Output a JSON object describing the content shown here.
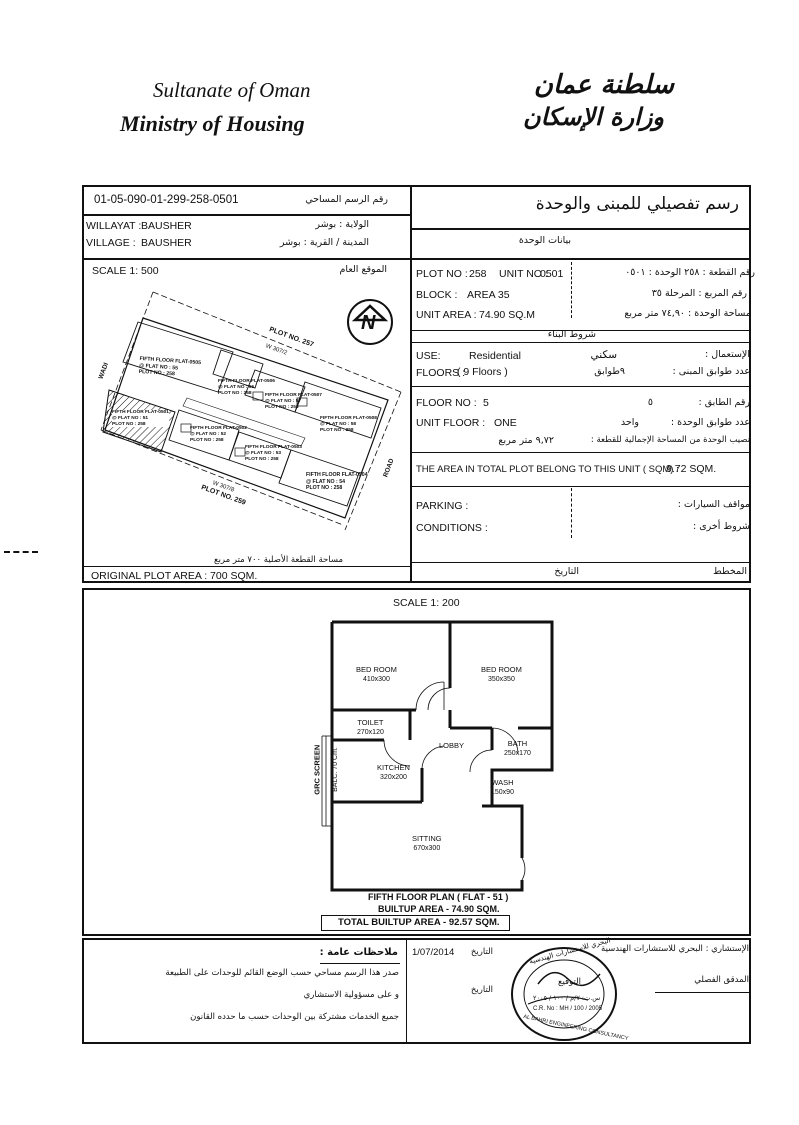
{
  "header": {
    "title_en_1": "Sultanate of Oman",
    "title_en_2": "Ministry of Housing",
    "title_ar_1": "سلطنة عمان",
    "title_ar_2": "وزارة الإسكان"
  },
  "left": {
    "drawing_no": "01-05-090-01-299-258-0501",
    "drawing_no_ar": "رقم الرسم المساحي",
    "willayat_label": "WILLAYAT :",
    "willayat_value": "BAUSHER",
    "willayat_ar": "الولاية : بوشر",
    "village_label": "VILLAGE :",
    "village_value": "BAUSHER",
    "village_ar": "المدينة / القرية : بوشر",
    "scale": "SCALE 1: 500",
    "location_ar": "الموقع العام",
    "plot_area_ar": "مساحة القطعة الأصلية ٧٠٠ متر مربع",
    "plot_area": "ORIGINAL PLOT AREA : 700 SQM."
  },
  "site": {
    "plot_257": "PLOT NO. 257",
    "plot_259": "PLOT NO. 259",
    "road_top": "W 307/2",
    "road_bottom": "W 307/8",
    "wadi": "WADI",
    "road": "ROAD",
    "flats": [
      {
        "title": "FIFTH FLOOR FLAT-0505",
        "flat": "@ FLAT NO : 55",
        "plot": "PLOT NO : 258"
      },
      {
        "title": "FIFTH FLOOR FLAT-0506",
        "flat": "@ FLAT NO : 56",
        "plot": "PLOT NO : 258"
      },
      {
        "title": "FIFTH FLOOR FLAT-0507",
        "flat": "@ FLAT NO : 57",
        "plot": "PLOT NO : 258"
      },
      {
        "title": "FIFTH FLOOR FLAT-0508",
        "flat": "@ FLAT NO : 58",
        "plot": "PLOT NO : 258"
      },
      {
        "title": "FIFTH FLOOR FLAT-0501",
        "flat": "@ FLAT NO : 51",
        "plot": "PLOT NO : 258"
      },
      {
        "title": "FIFTH FLOOR FLAT-0502",
        "flat": "@ FLAT NO : 52",
        "plot": "PLOT NO : 258"
      },
      {
        "title": "FIFTH FLOOR FLAT-0503",
        "flat": "@ FLAT NO : 53",
        "plot": "PLOT NO : 258"
      },
      {
        "title": "FIFTH FLOOR FLAT-0504",
        "flat": "@ FLAT NO : 54",
        "plot": "PLOT NO : 258"
      }
    ],
    "north": "N"
  },
  "right": {
    "title_ar": "رسم تفصيلي للمبنى والوحدة",
    "unit_data_ar": "بيانات الوحدة",
    "plot_no_label": "PLOT NO :",
    "plot_no": "258",
    "unit_no_label": "UNIT NO :",
    "unit_no": "0501",
    "plot_unit_ar": "رقم القطعة : ٢٥٨  الوحدة : ٠٥٠١",
    "block_label": "BLOCK :",
    "block": "AREA 35",
    "block_ar": "رقم المربع : المرحلة ٣٥",
    "unit_area_label": "UNIT AREA :",
    "unit_area": "74.90 SQ.M",
    "unit_area_ar": "مساحة الوحدة : ٧٤,٩٠ متر مربع",
    "building_cond_ar": "شروط البناء",
    "use_label": "USE:",
    "use": "Residential",
    "use_ar": "سكني",
    "use_label_ar": "الإستعمال :",
    "floors_label": "FLOORS :",
    "floors": "( 9 Floors )",
    "floors_val_ar": "٩طوابق",
    "floors_ar": "عدد طوابق المبنى :",
    "floor_no_label": "FLOOR NO :",
    "floor_no": "5",
    "floor_no_val_ar": "٥",
    "floor_no_ar": "رقم الطابق :",
    "unit_floor_label": "UNIT FLOOR :",
    "unit_floor": "ONE",
    "unit_floor_val_ar": "واحد",
    "unit_floor_ar": "عدد طوابق الوحدة :",
    "share_val_ar": "٩,٧٢ متر مربع",
    "share_ar": "نصيب الوحدة من المساحة الإجمالية للقطعة :",
    "total_plot": "THE AREA IN TOTAL PLOT BELONG TO THIS UNIT ( SQM) :",
    "total_plot_value": "9.72  SQM.",
    "parking_label": "PARKING :",
    "parking_ar": "مواقف السيارات :",
    "conditions_label": "CONDITIONS :",
    "conditions_ar": "شروط أخرى :",
    "date_ar": "التاريخ",
    "planner_ar": "المخطط"
  },
  "plan": {
    "scale": "SCALE 1: 200",
    "rooms": [
      {
        "name": "BED ROOM",
        "dim": "410x300"
      },
      {
        "name": "BED ROOM",
        "dim": "350x350"
      },
      {
        "name": "TOILET",
        "dim": "270x120"
      },
      {
        "name": "LOBBY",
        "dim": ""
      },
      {
        "name": "BATH",
        "dim": "250x170"
      },
      {
        "name": "KITCHEN",
        "dim": "320x200"
      },
      {
        "name": "WASH",
        "dim": "150x90"
      },
      {
        "name": "SITTING",
        "dim": "670x300"
      }
    ],
    "grc": "GRC SCREEN",
    "balc": "BALC. 70 Cm.",
    "floor_plan": "FIFTH FLOOR PLAN ( FLAT - 51 )",
    "builtup": "BUILTUP AREA - 74.90  SQM.",
    "total_builtup": "TOTAL BUILTUP AREA  - 92.57  SQM."
  },
  "footer": {
    "notes_ar": "ملاحظات عامة :",
    "note1_ar": "صدر هذا الرسم مساحي حسب الوضع القائم للوحدات على الطبيعة",
    "note2_ar": "و على مسؤولية الاستشاري",
    "note3_ar": "جميع الخدمات مشتركة بين الوحدات حسب ما حدده القانون",
    "date_label_ar": "التاريخ",
    "date": "1/07/2014",
    "date2_ar": "التاريخ",
    "consultant_ar": "الإستشاري : البحري للاستشارات الهندسية",
    "signature_ar": "التوقيع",
    "checker_ar": "المدقق الفصلي",
    "stamp_top": "البحري للاستشارات الهندسية",
    "stamp_mid": "س.ت: ٧/م / ١٠٠ / ٢٠٠٥",
    "stamp_cr": "C.R. No : MH / 100 / 2005",
    "stamp_bottom": "AL BAHRI ENGINEERING CONSULTANCY"
  }
}
